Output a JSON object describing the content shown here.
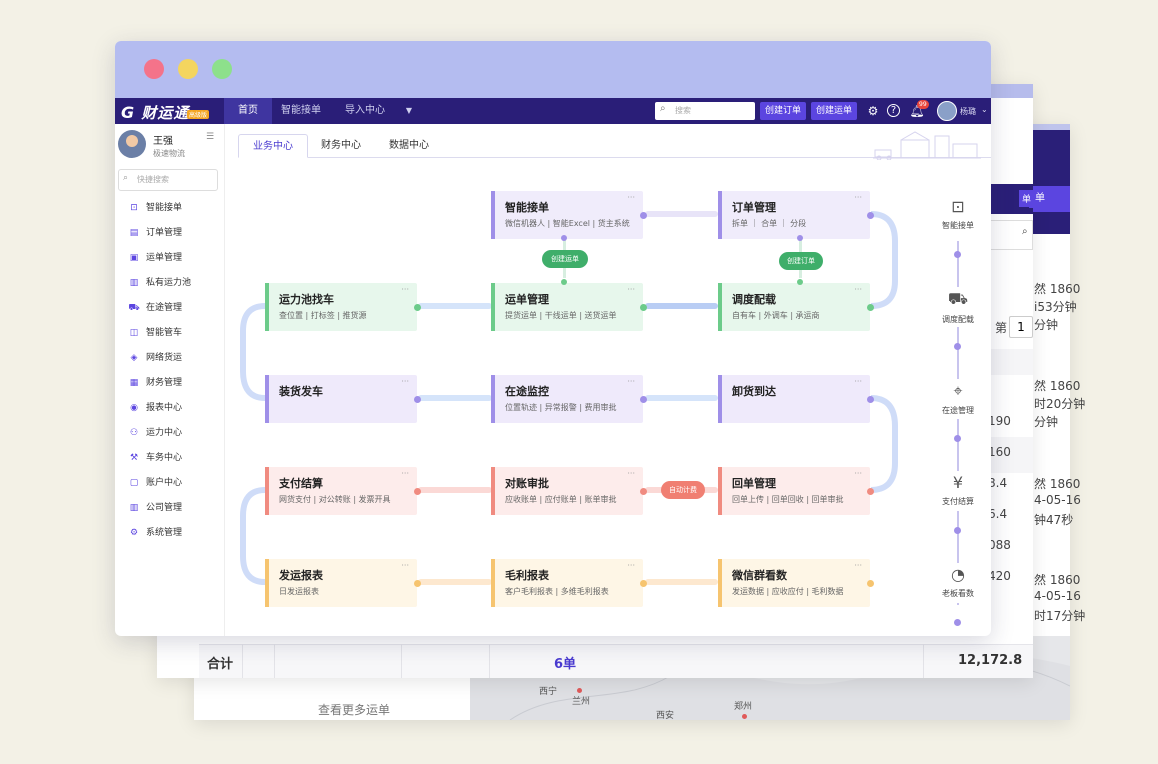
{
  "back_window_2": {
    "tab_label": "单",
    "field_label": "第",
    "field_value": "1",
    "rows": [
      {
        "line1": "然 1860",
        "line2": "i53分钟"
      },
      {
        "line1": "",
        "line2": "分钟"
      },
      {
        "line1": "然 1860",
        "line2": "时20分钟"
      },
      {
        "line1": "",
        "line2": "分钟"
      },
      {
        "line1": "然 1860",
        "line2": "4-05-16"
      },
      {
        "line1": "",
        "line2": "钟47秒"
      },
      {
        "line1": "然 1860",
        "line2": "4-05-16"
      },
      {
        "line1": "",
        "line2": "时17分钟"
      }
    ],
    "numbers": [
      "190",
      "160",
      "8.4",
      "6.4",
      "088",
      "420"
    ],
    "total_label": "合计",
    "total_count": "6单",
    "total_value": "12,172.8"
  },
  "back_window_3": {
    "more_link": "查看更多运单",
    "map_labels": [
      "西宁",
      "兰州",
      "西安",
      "郑州"
    ]
  },
  "app": {
    "logo_text": "财运通",
    "logo_badge": "高级版",
    "nav": [
      "首页",
      "智能接单",
      "导入中心"
    ],
    "nav_more_icon": "caret-down-icon",
    "search_placeholder": "搜索",
    "create_order_button": "创建订单",
    "create_waybill_button": "创建运单",
    "notification_count": "99",
    "username": "杨璐"
  },
  "sidebar": {
    "user_name": "王强",
    "company": "极速物流",
    "search_placeholder": "快捷搜索",
    "items": [
      {
        "label": "智能接单",
        "icon": "robot-icon"
      },
      {
        "label": "订单管理",
        "icon": "document-icon"
      },
      {
        "label": "运单管理",
        "icon": "clipboard-icon"
      },
      {
        "label": "私有运力池",
        "icon": "pool-icon"
      },
      {
        "label": "在途管理",
        "icon": "truck-icon"
      },
      {
        "label": "智能管车",
        "icon": "car-icon"
      },
      {
        "label": "网络货运",
        "icon": "network-icon"
      },
      {
        "label": "财务管理",
        "icon": "finance-icon"
      },
      {
        "label": "报表中心",
        "icon": "report-icon"
      },
      {
        "label": "运力中心",
        "icon": "people-icon"
      },
      {
        "label": "车务中心",
        "icon": "wrench-icon"
      },
      {
        "label": "账户中心",
        "icon": "account-icon"
      },
      {
        "label": "公司管理",
        "icon": "building-icon"
      },
      {
        "label": "系统管理",
        "icon": "settings-icon"
      }
    ]
  },
  "tabs": [
    "业务中心",
    "财务中心",
    "数据中心"
  ],
  "flow": {
    "cards": [
      {
        "title": "智能接单",
        "sub": "微信机器人 | 智能Excel | 货主系统"
      },
      {
        "title": "订单管理",
        "sub": "拆单 ｜ 合单 ｜ 分段"
      },
      {
        "title": "运力池找车",
        "sub": "查位置 | 打标签 | 推货源"
      },
      {
        "title": "运单管理",
        "sub": "提货运单 | 干线运单 | 送货运单"
      },
      {
        "title": "调度配载",
        "sub": "自有车 | 外调车 | 承运商"
      },
      {
        "title": "装货发车",
        "sub": ""
      },
      {
        "title": "在途监控",
        "sub": "位置轨迹 | 异常报警 | 费用审批"
      },
      {
        "title": "卸货到达",
        "sub": ""
      },
      {
        "title": "支付结算",
        "sub": "网货支付 | 对公转账 | 发票开具"
      },
      {
        "title": "对账审批",
        "sub": "应收账单 | 应付账单 | 账单审批"
      },
      {
        "title": "回单管理",
        "sub": "回单上传 | 回单回收 | 回单审批"
      },
      {
        "title": "发运报表",
        "sub": "日发运报表"
      },
      {
        "title": "毛利报表",
        "sub": "客户毛利报表 | 多维毛利报表"
      },
      {
        "title": "微信群看数",
        "sub": "发运数据 | 应收应付 | 毛利数据"
      }
    ],
    "pills": [
      "创建运单",
      "创建订单",
      "自动计费"
    ],
    "more": "···"
  },
  "right_steps": [
    {
      "label": "智能接单",
      "icon": "robot-icon"
    },
    {
      "label": "调度配载",
      "icon": "dispatch-truck-icon"
    },
    {
      "label": "在途管理",
      "icon": "location-pin-icon"
    },
    {
      "label": "支付结算",
      "icon": "yuan-icon"
    },
    {
      "label": "老板看数",
      "icon": "dashboard-icon"
    }
  ]
}
